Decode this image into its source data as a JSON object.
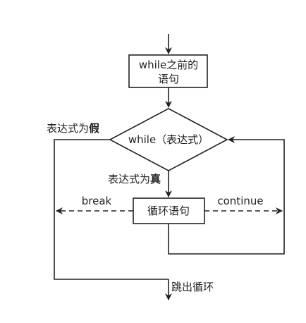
{
  "flowchart": {
    "pre_box": {
      "line1": "while之前的",
      "line2": "语句"
    },
    "condition": {
      "text": "while（表达式）"
    },
    "false_label": {
      "prefix": "表达式为",
      "emph": "假"
    },
    "true_label": {
      "prefix": "表达式为",
      "emph": "真"
    },
    "loop_box": {
      "text": "循环语句"
    },
    "break_label": "break",
    "continue_label": "continue",
    "exit_label": "跳出循环",
    "colors": {
      "line": "#222222",
      "box_fill": "#ffffff",
      "box_stroke": "#222222"
    }
  }
}
